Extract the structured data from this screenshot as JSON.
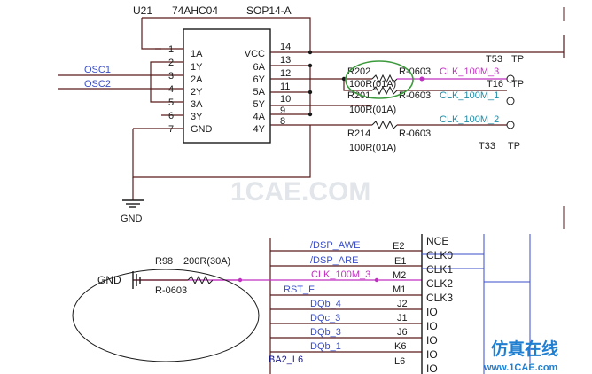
{
  "ic": {
    "refdes": "U21",
    "part": "74AHC04",
    "package": "SOP14-A",
    "left_pins": [
      {
        "num": "1",
        "name": "1A"
      },
      {
        "num": "2",
        "name": "1Y"
      },
      {
        "num": "3",
        "name": "2A"
      },
      {
        "num": "4",
        "name": "2Y"
      },
      {
        "num": "5",
        "name": "3A"
      },
      {
        "num": "6",
        "name": "3Y"
      },
      {
        "num": "7",
        "name": "GND"
      }
    ],
    "right_pins": [
      {
        "num": "14",
        "name": "VCC"
      },
      {
        "num": "13",
        "name": "6A"
      },
      {
        "num": "12",
        "name": "6Y"
      },
      {
        "num": "11",
        "name": "5A"
      },
      {
        "num": "10",
        "name": "5Y"
      },
      {
        "num": "9",
        "name": "4A"
      },
      {
        "num": "8",
        "name": "4Y"
      }
    ]
  },
  "nets": {
    "osc1": "OSC1",
    "osc2": "OSC2",
    "gnd": "GND",
    "clk1": "CLK_100M_3",
    "clk2": "CLK_100M_1",
    "clk3": "CLK_100M_2",
    "rst": "RST_F"
  },
  "resistors": [
    {
      "ref": "R202",
      "fp": "R-0603",
      "val": "100R(01A)"
    },
    {
      "ref": "R201",
      "fp": "R-0603",
      "val": "100R(01A)"
    },
    {
      "ref": "R214",
      "fp": "R-0603",
      "val": "100R(01A)"
    }
  ],
  "testpoints": [
    {
      "ref": "T53",
      "type": "TP"
    },
    {
      "ref": "T16",
      "type": "TP"
    },
    {
      "ref": "T33",
      "type": "TP"
    }
  ],
  "bottom": {
    "resistor_ref": "R98",
    "resistor_val": "200R(30A)",
    "resistor_fp": "R-0603",
    "gnd_label": "GND",
    "signals": [
      "/DSP_AWE",
      "/DSP_ARE",
      "CLK_100M_3",
      "RST_F",
      "DQb_4",
      "DQc_3",
      "DQb_3",
      "DQb_1"
    ],
    "pins": [
      "E2",
      "E1",
      "M2",
      "M1",
      "J2",
      "J1",
      "J6",
      "K6",
      "L6"
    ],
    "right_names": [
      "NCE",
      "CLK0",
      "CLK1",
      "CLK2",
      "CLK3",
      "IO",
      "IO",
      "IO",
      "IO",
      "IO"
    ],
    "ba_label": "BA2_L6"
  },
  "watermark": {
    "text": "1CAE.COM",
    "brand_cn": "仿真在线",
    "brand_url": "www.1CAE.com"
  },
  "colors": {
    "wire": "#5a1a1a",
    "text": "#1a1a1a",
    "net": "#3a4ec8",
    "clk": "#c030c0",
    "pin": "#1a1a8a",
    "ellipse_green": "#3c9a3c",
    "brand": "#1f7fd1"
  }
}
